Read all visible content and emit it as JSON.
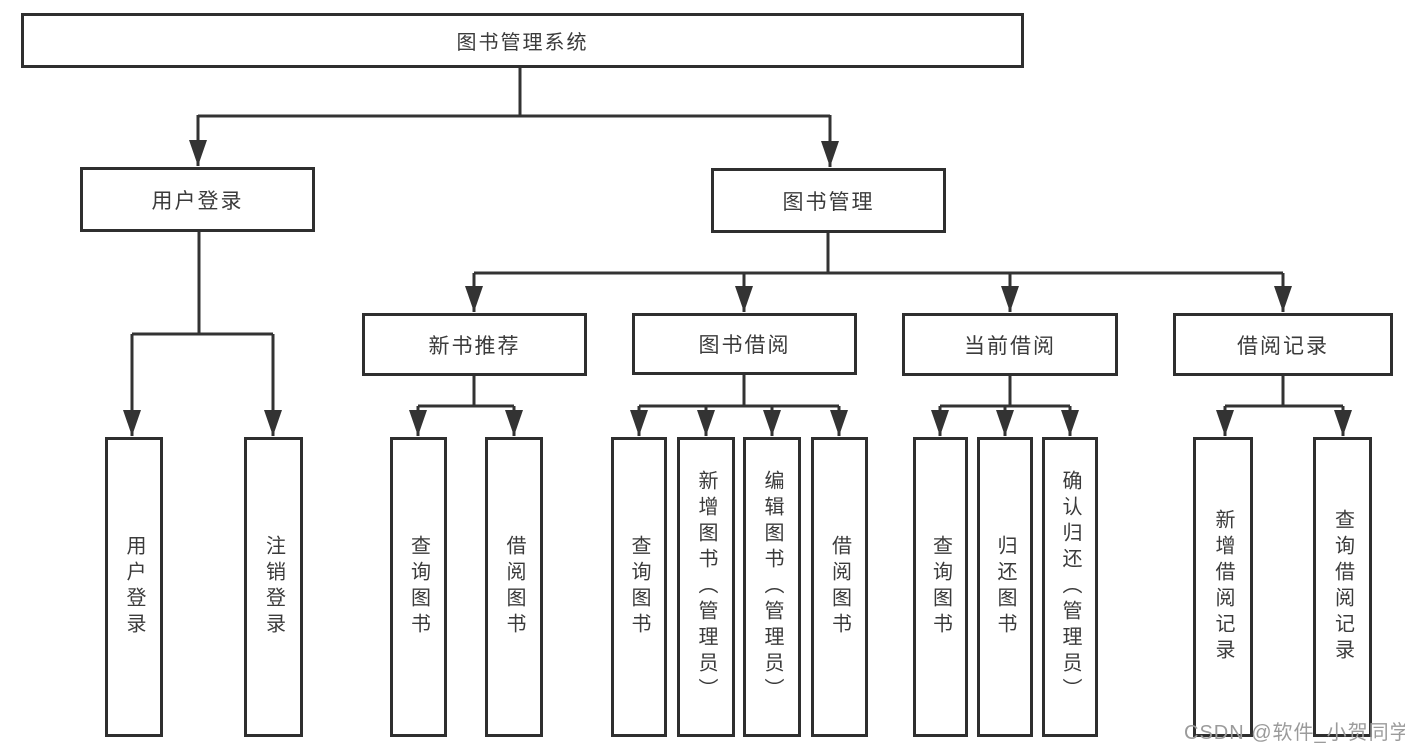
{
  "title": "图书管理系统",
  "colors": {
    "line": "#333333",
    "box_border": "#2f2f2f",
    "text": "#3b3b3b",
    "background": "#ffffff",
    "watermark": "#9b9b9b"
  },
  "watermark": "CSDN @软件_小贺同学",
  "nodes": {
    "root": "图书管理系统",
    "level2": [
      "用户登录",
      "图书管理"
    ],
    "level3": [
      "新书推荐",
      "图书借阅",
      "当前借阅",
      "借阅记录"
    ],
    "leaves": {
      "user_login": [
        "用户登录",
        "注销登录"
      ],
      "new_book": [
        "查询图书",
        "借阅图书"
      ],
      "book_borrow": [
        "查询图书",
        "新增图书（管理员）",
        "编辑图书（管理员）",
        "借阅图书"
      ],
      "current_borrow": [
        "查询图书",
        "归还图书",
        "确认归还（管理员）"
      ],
      "borrow_record": [
        "新增借阅记录",
        "查询借阅记录"
      ]
    }
  }
}
